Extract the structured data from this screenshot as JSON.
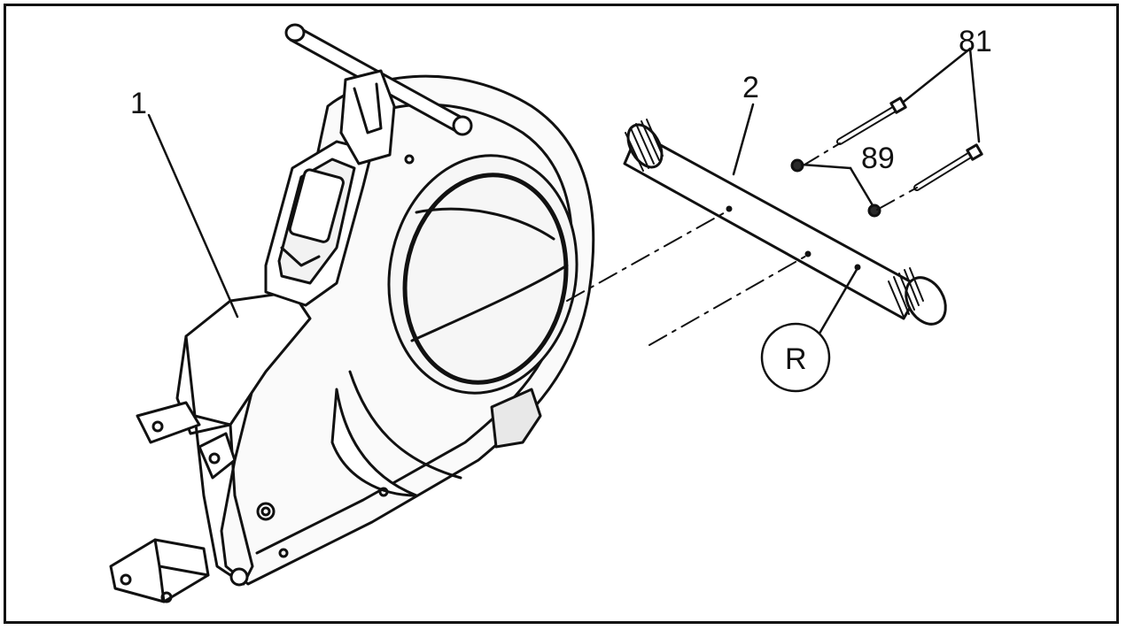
{
  "callouts": {
    "part_1": "1",
    "part_2": "2",
    "part_81": "81",
    "part_89": "89",
    "side_r": "R"
  },
  "colors": {
    "line": "#111111",
    "background": "#ffffff",
    "fill_light": "#f4f4f4",
    "fill_dark": "#2a2a2a"
  }
}
